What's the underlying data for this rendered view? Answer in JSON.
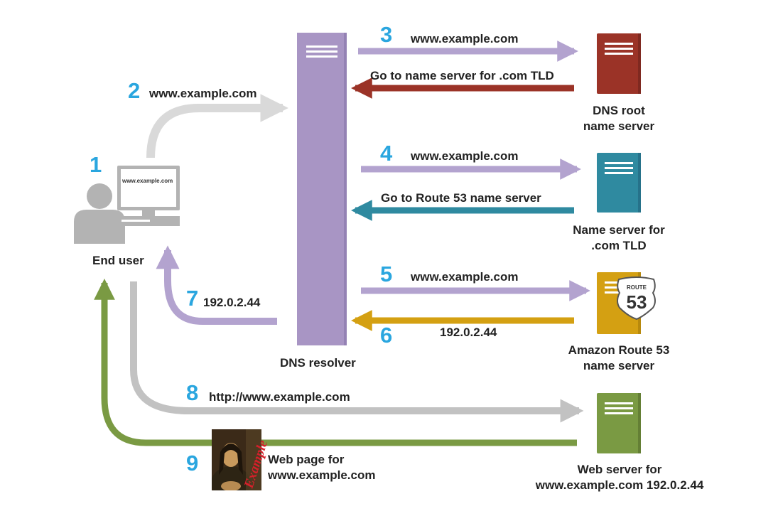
{
  "steps": {
    "s1": "1",
    "s2": "2",
    "s3": "3",
    "s4": "4",
    "s5": "5",
    "s6": "6",
    "s7": "7",
    "s8": "8",
    "s9": "9"
  },
  "messages": {
    "m2": "www.example.com",
    "m3": "www.example.com",
    "m3_reply": "Go to name server for .com TLD",
    "m4": "www.example.com",
    "m4_reply": "Go to Route 53 name server",
    "m5": "www.example.com",
    "m6": "192.0.2.44",
    "m7": "192.0.2.44",
    "m8": "http://www.example.com",
    "m9_line1": "Web page for",
    "m9_line2": "www.example.com"
  },
  "nodes": {
    "end_user": "End user",
    "monitor_text": "www.example.com",
    "resolver": "DNS resolver",
    "root_line1": "DNS root",
    "root_line2": "name server",
    "tld_line1": "Name server for",
    "tld_line2": ".com TLD",
    "r53_line1": "Amazon Route 53",
    "r53_line2": "name server",
    "r53_badge_top": "ROUTE",
    "r53_badge_num": "53",
    "web_line1": "Web server for",
    "web_line2": "www.example.com 192.0.2.44",
    "thumb_text": "Example"
  },
  "colors": {
    "accent_number": "#2aa6df",
    "resolver": "#a895c4",
    "root_server": "#9b3327",
    "tld_server": "#2f8aa0",
    "route53_server": "#d4a012",
    "web_server": "#7a9a43",
    "request_arrow": "#b3a3cf",
    "user_arrow": "#d9d9d9",
    "http_arrow": "#c2c2c2",
    "response_arrow": "#7a9a43"
  }
}
